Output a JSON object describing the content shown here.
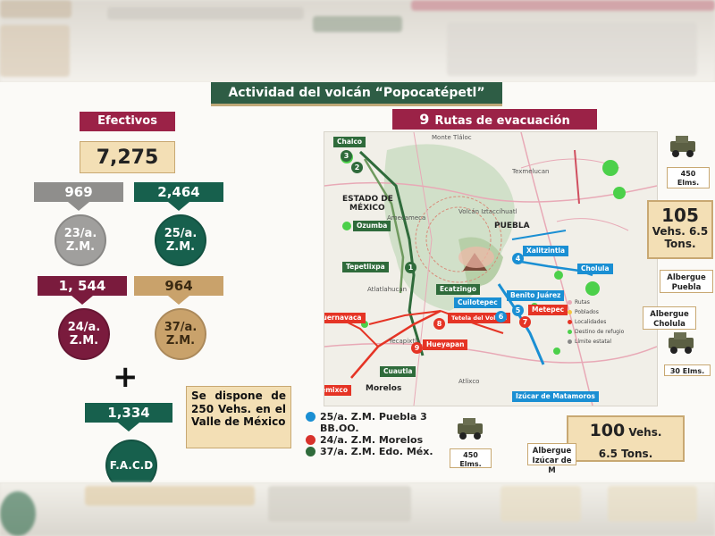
{
  "title": "Actividad del volcán “Popocatépetl”",
  "efectivos": {
    "label": "Efectivos",
    "total": "7,275",
    "groups": [
      {
        "value": "969",
        "badge_line1": "23/a.",
        "badge_line2": "Z.M."
      },
      {
        "value": "2,464",
        "badge_line1": "25/a.",
        "badge_line2": "Z.M."
      },
      {
        "value": "1, 544",
        "badge_line1": "24/a.",
        "badge_line2": "Z.M."
      },
      {
        "value": "964",
        "badge_line1": "37/a.",
        "badge_line2": "Z.M."
      }
    ],
    "plus": "+",
    "facd_value": "1,334",
    "facd_label": "F.A.C.D"
  },
  "note": "Se dispone de 250 Vehs. en el Valle de México",
  "rutas": {
    "count": "9",
    "label": "Rutas de evacuación"
  },
  "map": {
    "places": [
      "Monte Tláloc",
      "ESTADO DE",
      "MÉXICO",
      "PUEBLA",
      "Morelos",
      "Volcán Iztaccíhuatl",
      "Amecameca",
      "Atlatlahucan",
      "Texmelucan",
      "Yecapixtla",
      "Atlixco"
    ],
    "route_labels": [
      {
        "text": "Chalco",
        "color": "green"
      },
      {
        "text": "Ozumba",
        "color": "green"
      },
      {
        "text": "Tepetlixpa",
        "color": "green"
      },
      {
        "text": "Ecatzingo",
        "color": "green"
      },
      {
        "text": "Cuautla",
        "color": "green"
      },
      {
        "text": "Cuernavaca",
        "color": "red"
      },
      {
        "text": "Tetela del Volcán",
        "color": "red"
      },
      {
        "text": "Hueyapan",
        "color": "red"
      },
      {
        "text": "Temixco",
        "color": "red"
      },
      {
        "text": "Xalitzintla",
        "color": "blue"
      },
      {
        "text": "Cholula",
        "color": "blue"
      },
      {
        "text": "Benito Juárez",
        "color": "blue"
      },
      {
        "text": "Cuilotepec",
        "color": "blue"
      },
      {
        "text": "Metepec",
        "color": "red"
      },
      {
        "text": "Izúcar de Matamoros",
        "color": "blue"
      }
    ],
    "route_numbers": [
      "1",
      "2",
      "3",
      "4",
      "5",
      "6",
      "7",
      "8",
      "9"
    ],
    "legend": [
      "Rutas",
      "Poblados",
      "Localidades",
      "Destino de refugio",
      "Límite estatal"
    ]
  },
  "vehicles": {
    "top": {
      "value": "105",
      "line2": "Vehs. 6.5",
      "line3": "Tons."
    },
    "bottom": {
      "value": "100",
      "suffix": " Vehs.",
      "line2": "6.5 Tons."
    }
  },
  "elements": {
    "top": "450 Elms.",
    "right": "30 Elms.",
    "bottom": "450 Elms."
  },
  "albergues": {
    "puebla": "Albergue Puebla",
    "cholula": "Albergue Cholula",
    "izucar": "Albergue Izúcar de M"
  },
  "legend": [
    {
      "text": "25/a. Z.M. Puebla 3 BB.OO.",
      "color": "#1a8fd3"
    },
    {
      "text": "24/a. Z.M. Morelos",
      "color": "#d8322b"
    },
    {
      "text": "37/a. Z.M. Edo. Méx.",
      "color": "#2f6b3b"
    }
  ],
  "colors": {
    "guinda": "#9b2247",
    "verde": "#17604d",
    "dorado": "#c9a26b",
    "gris": "#8f8e8c",
    "ruta_verde": "#2f6b3b",
    "ruta_roja": "#e53425",
    "ruta_azul": "#1a8fd3"
  }
}
